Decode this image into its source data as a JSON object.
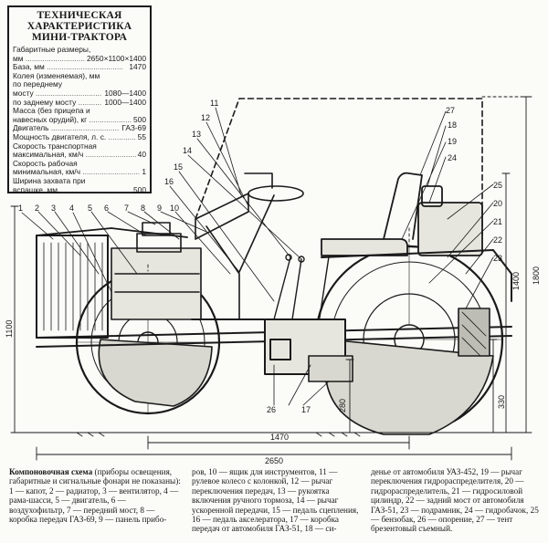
{
  "spec_box": {
    "title_line1": "ТЕХНИЧЕСКАЯ",
    "title_line2": "ХАРАКТЕРИСТИКА",
    "title_line3": "МИНИ-ТРАКТОРА",
    "dims_label": "Габаритные размеры,",
    "dims_unit": "мм",
    "dims_value": "2650×1100×1400",
    "base_label": "База, мм",
    "base_value": "1470",
    "track_label1": "Колея (изменяемая), мм",
    "track_label2": "по переднему",
    "front_axle_label": "мосту",
    "front_axle_value": "1080—1400",
    "rear_axle_label": "по заднему мосту",
    "rear_axle_value": "1000—1400",
    "mass_label1": "Масса (без прицепа и",
    "mass_label2": "навесных орудий), кг",
    "mass_value": "500",
    "engine_label": "Двигатель",
    "engine_value": "ГАЗ-69",
    "power_label": "Мощность двигателя, л. с.",
    "power_value": "55",
    "speed_label1": "Скорость транспортная",
    "speed_label2": "максимальная, км/ч",
    "speed_value": "40",
    "work_speed_label1": "Скорость рабочая",
    "work_speed_label2": "минимальная, км/ч",
    "work_speed_value": "1",
    "width_label1": "Ширина захвата при",
    "width_label2": "вспашке, мм",
    "width_value": "500"
  },
  "diagram": {
    "callouts_top": [
      "1",
      "2",
      "3",
      "4",
      "5",
      "6",
      "7",
      "8",
      "9",
      "10"
    ],
    "callouts_mid": [
      "11",
      "12",
      "13",
      "14",
      "15",
      "16"
    ],
    "callouts_right": [
      "17",
      "18",
      "19",
      "20",
      "21",
      "22",
      "23",
      "24",
      "25",
      "26",
      "27"
    ],
    "dimensions": {
      "height_total": "1800",
      "height_body": "1400",
      "height_side": "1100",
      "ground_clearance": "280",
      "rear_clearance": "330",
      "wheelbase": "1470",
      "length": "2650"
    }
  },
  "caption": {
    "col1": {
      "title": "Компоновочная схема",
      "text": " (приборы освещения, габаритные и сигнальные фонари не показаны):",
      "items": "1 — капот, 2 — радиатор, 3 — вентилятор, 4 — рама-шасси, 5 — двигатель, 6 — воздухофильтр, 7 — передний мост, 8 — коробка передач ГАЗ-69, 9 — панель прибо-"
    },
    "col2": "ров, 10 — ящик для инструментов, 11 — рулевое колесо с колонкой, 12 — рычаг переключения передач, 13 — рукоятка включения ручного тормоза, 14 — рычаг ускоренной передачи, 15 — педаль сцепления, 16 — педаль акселератора, 17 — коробка передач от автомобиля ГАЗ-51, 18 — си-",
    "col3": "денье от автомобиля УАЗ-452, 19 — рычаг переключения гидрораспределителя, 20 — гидрораспределитель, 21 — гидросиловой цилиндр, 22 — задний мост от автомобиля ГАЗ-51, 23 — подрамник, 24 — гидробачок, 25 — бензобак, 26 — опорение, 27 — тент брезентовый съемный."
  }
}
